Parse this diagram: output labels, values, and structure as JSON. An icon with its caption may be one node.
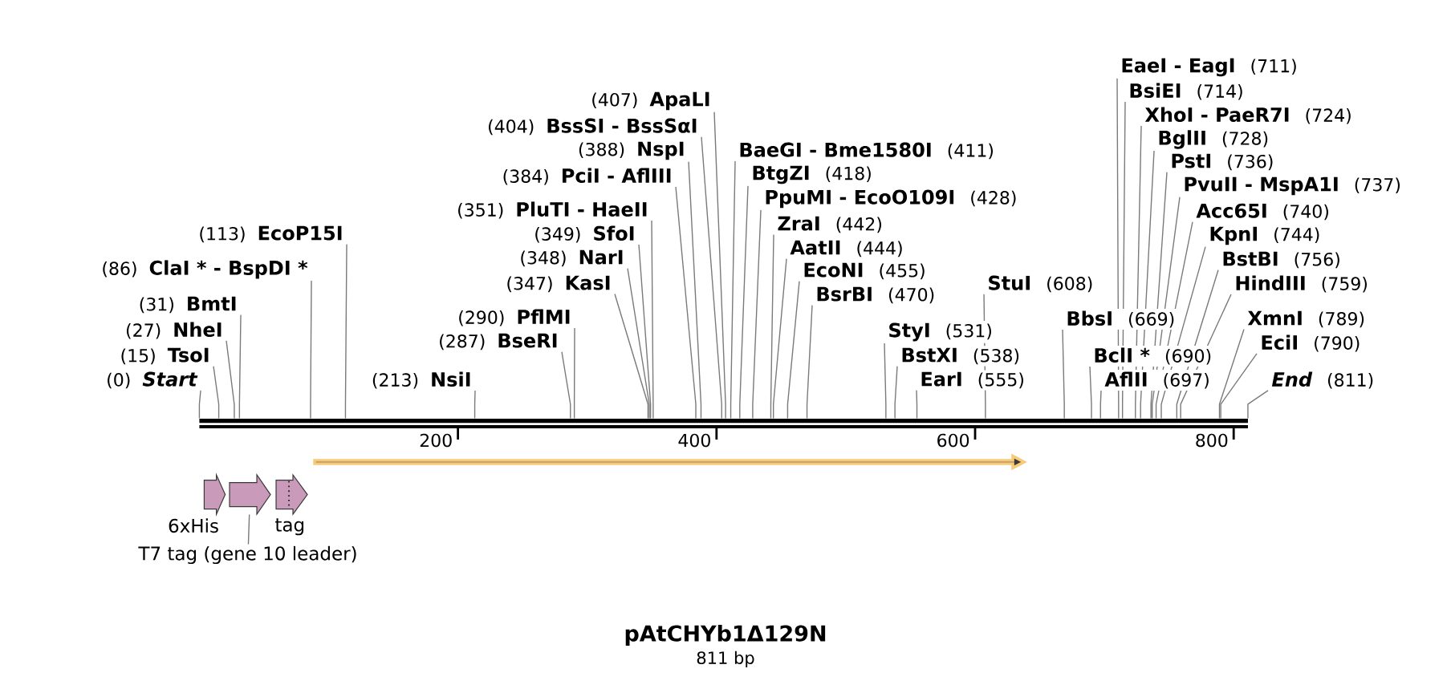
{
  "diagram": {
    "title": "pAtCHYb1Δ129N",
    "caption": "811 bp",
    "nodes": [
      {
        "text": [
          "(0)",
          "Start"
        ]
      },
      {
        "text": [
          "(15)",
          "TsoI"
        ]
      },
      {
        "text": [
          "(27)",
          "NheI"
        ]
      },
      {
        "text": [
          "(31)",
          "BmtI"
        ]
      },
      {
        "text": [
          "(86)",
          "ClaI * - BspDI *"
        ]
      },
      {
        "text": [
          "(113)",
          "EcoP15I"
        ]
      },
      {
        "text": [
          "(213)",
          "NsiI"
        ]
      },
      {
        "text": [
          "(287)",
          "BseRI"
        ]
      },
      {
        "text": [
          "(290)",
          "PflMI"
        ]
      },
      {
        "text": [
          "(347)",
          "KasI"
        ]
      },
      {
        "text": [
          "(348)",
          "NarI"
        ]
      },
      {
        "text": [
          "(349)",
          "SfoI"
        ]
      },
      {
        "text": [
          "(351)",
          "PluTI - HaeII"
        ]
      },
      {
        "text": [
          "(384)",
          "PciI - AflIII"
        ]
      },
      {
        "text": [
          "(388)",
          "NspI"
        ]
      },
      {
        "text": [
          "(404)",
          "BssSI - BssSαI"
        ]
      },
      {
        "text": [
          "(407)",
          "ApaLI"
        ]
      },
      {
        "text": [
          "BaeGI - Bme1580I",
          "(411)"
        ]
      },
      {
        "text": [
          "BtgZI",
          "(418)"
        ]
      },
      {
        "text": [
          "PpuMI - EcoO109I",
          "(428)"
        ]
      },
      {
        "text": [
          "ZraI",
          "(442)"
        ]
      },
      {
        "text": [
          "AatII",
          "(444)"
        ]
      },
      {
        "text": [
          "EcoNI",
          "(455)"
        ]
      },
      {
        "text": [
          "BsrBI",
          "(470)"
        ]
      },
      {
        "text": [
          "StyI",
          "(531)"
        ]
      },
      {
        "text": [
          "BstXI",
          "(538)"
        ]
      },
      {
        "text": [
          "EarI",
          "(555)"
        ]
      },
      {
        "text": [
          "StuI",
          "(608)"
        ]
      },
      {
        "text": [
          "BbsI",
          "(669)"
        ]
      },
      {
        "text": [
          "BclI *",
          "(690)"
        ]
      },
      {
        "text": [
          "AflII",
          "(697)"
        ]
      },
      {
        "text": [
          "EaeI - EagI",
          "(711)"
        ]
      },
      {
        "text": [
          "BsiEI",
          "(714)"
        ]
      },
      {
        "text": [
          "XhoI - PaeR7I",
          "(724)"
        ]
      },
      {
        "text": [
          "BglII",
          "(728)"
        ]
      },
      {
        "text": [
          "PstI",
          "(736)"
        ]
      },
      {
        "text": [
          "PvuII - MspA1I",
          "(737)"
        ]
      },
      {
        "text": [
          "Acc65I",
          "(740)"
        ]
      },
      {
        "text": [
          "KpnI",
          "(744)"
        ]
      },
      {
        "text": [
          "BstBI",
          "(756)"
        ]
      },
      {
        "text": [
          "HindIII",
          "(759)"
        ]
      },
      {
        "text": [
          "XmnI",
          "(789)"
        ]
      },
      {
        "text": [
          "EciI",
          "(790)"
        ]
      },
      {
        "text": [
          "End",
          "(811)"
        ]
      },
      {
        "text": [],
        "shape": "bar",
        "beside": [
          "200",
          "400",
          "600",
          "800"
        ]
      },
      {
        "text": [],
        "shape": "arrow"
      },
      {
        "text": [],
        "shape": "arrow",
        "beside": [
          "6xHis"
        ]
      },
      {
        "text": [],
        "shape": "arrow"
      },
      {
        "text": [],
        "shape": "arrow",
        "beside": [
          "tag"
        ]
      },
      {
        "text": [
          "T7 tag (gene 10 leader)"
        ]
      }
    ],
    "edges": [
      {
        "from": 0,
        "to": 44,
        "arrow": "none"
      },
      {
        "from": 1,
        "to": 44,
        "arrow": "none"
      },
      {
        "from": 2,
        "to": 44,
        "arrow": "none"
      },
      {
        "from": 3,
        "to": 44,
        "arrow": "none"
      },
      {
        "from": 4,
        "to": 44,
        "arrow": "none"
      },
      {
        "from": 5,
        "to": 44,
        "arrow": "none"
      },
      {
        "from": 6,
        "to": 44,
        "arrow": "none"
      },
      {
        "from": 7,
        "to": 44,
        "arrow": "none"
      },
      {
        "from": 8,
        "to": 44,
        "arrow": "none"
      },
      {
        "from": 9,
        "to": 44,
        "arrow": "none"
      },
      {
        "from": 10,
        "to": 44,
        "arrow": "none"
      },
      {
        "from": 11,
        "to": 44,
        "arrow": "none"
      },
      {
        "from": 12,
        "to": 44,
        "arrow": "none"
      },
      {
        "from": 13,
        "to": 44,
        "arrow": "none"
      },
      {
        "from": 14,
        "to": 44,
        "arrow": "none"
      },
      {
        "from": 15,
        "to": 44,
        "arrow": "none"
      },
      {
        "from": 16,
        "to": 44,
        "arrow": "none"
      },
      {
        "from": 17,
        "to": 44,
        "arrow": "none"
      },
      {
        "from": 18,
        "to": 44,
        "arrow": "none"
      },
      {
        "from": 19,
        "to": 44,
        "arrow": "none"
      },
      {
        "from": 20,
        "to": 44,
        "arrow": "none"
      },
      {
        "from": 21,
        "to": 44,
        "arrow": "none"
      },
      {
        "from": 22,
        "to": 44,
        "arrow": "none"
      },
      {
        "from": 23,
        "to": 44,
        "arrow": "none"
      },
      {
        "from": 24,
        "to": 44,
        "arrow": "none"
      },
      {
        "from": 25,
        "to": 44,
        "arrow": "none"
      },
      {
        "from": 26,
        "to": 44,
        "arrow": "none"
      },
      {
        "from": 27,
        "to": 44,
        "arrow": "none"
      },
      {
        "from": 28,
        "to": 44,
        "arrow": "none"
      },
      {
        "from": 29,
        "to": 44,
        "arrow": "none"
      },
      {
        "from": 30,
        "to": 44,
        "arrow": "none"
      },
      {
        "from": 31,
        "to": 44,
        "arrow": "none"
      },
      {
        "from": 32,
        "to": 44,
        "arrow": "none"
      },
      {
        "from": 33,
        "to": 44,
        "arrow": "none"
      },
      {
        "from": 34,
        "to": 44,
        "arrow": "none"
      },
      {
        "from": 35,
        "to": 44,
        "arrow": "none"
      },
      {
        "from": 36,
        "to": 44,
        "arrow": "none"
      },
      {
        "from": 37,
        "to": 44,
        "arrow": "none"
      },
      {
        "from": 38,
        "to": 44,
        "arrow": "none"
      },
      {
        "from": 39,
        "to": 44,
        "arrow": "none"
      },
      {
        "from": 40,
        "to": 44,
        "arrow": "none"
      },
      {
        "from": 41,
        "to": 44,
        "arrow": "none"
      },
      {
        "from": 42,
        "to": 44,
        "arrow": "none"
      },
      {
        "from": 43,
        "to": 44,
        "arrow": "none"
      },
      {
        "from": 49,
        "to": 47,
        "arrow": "none"
      }
    ]
  }
}
